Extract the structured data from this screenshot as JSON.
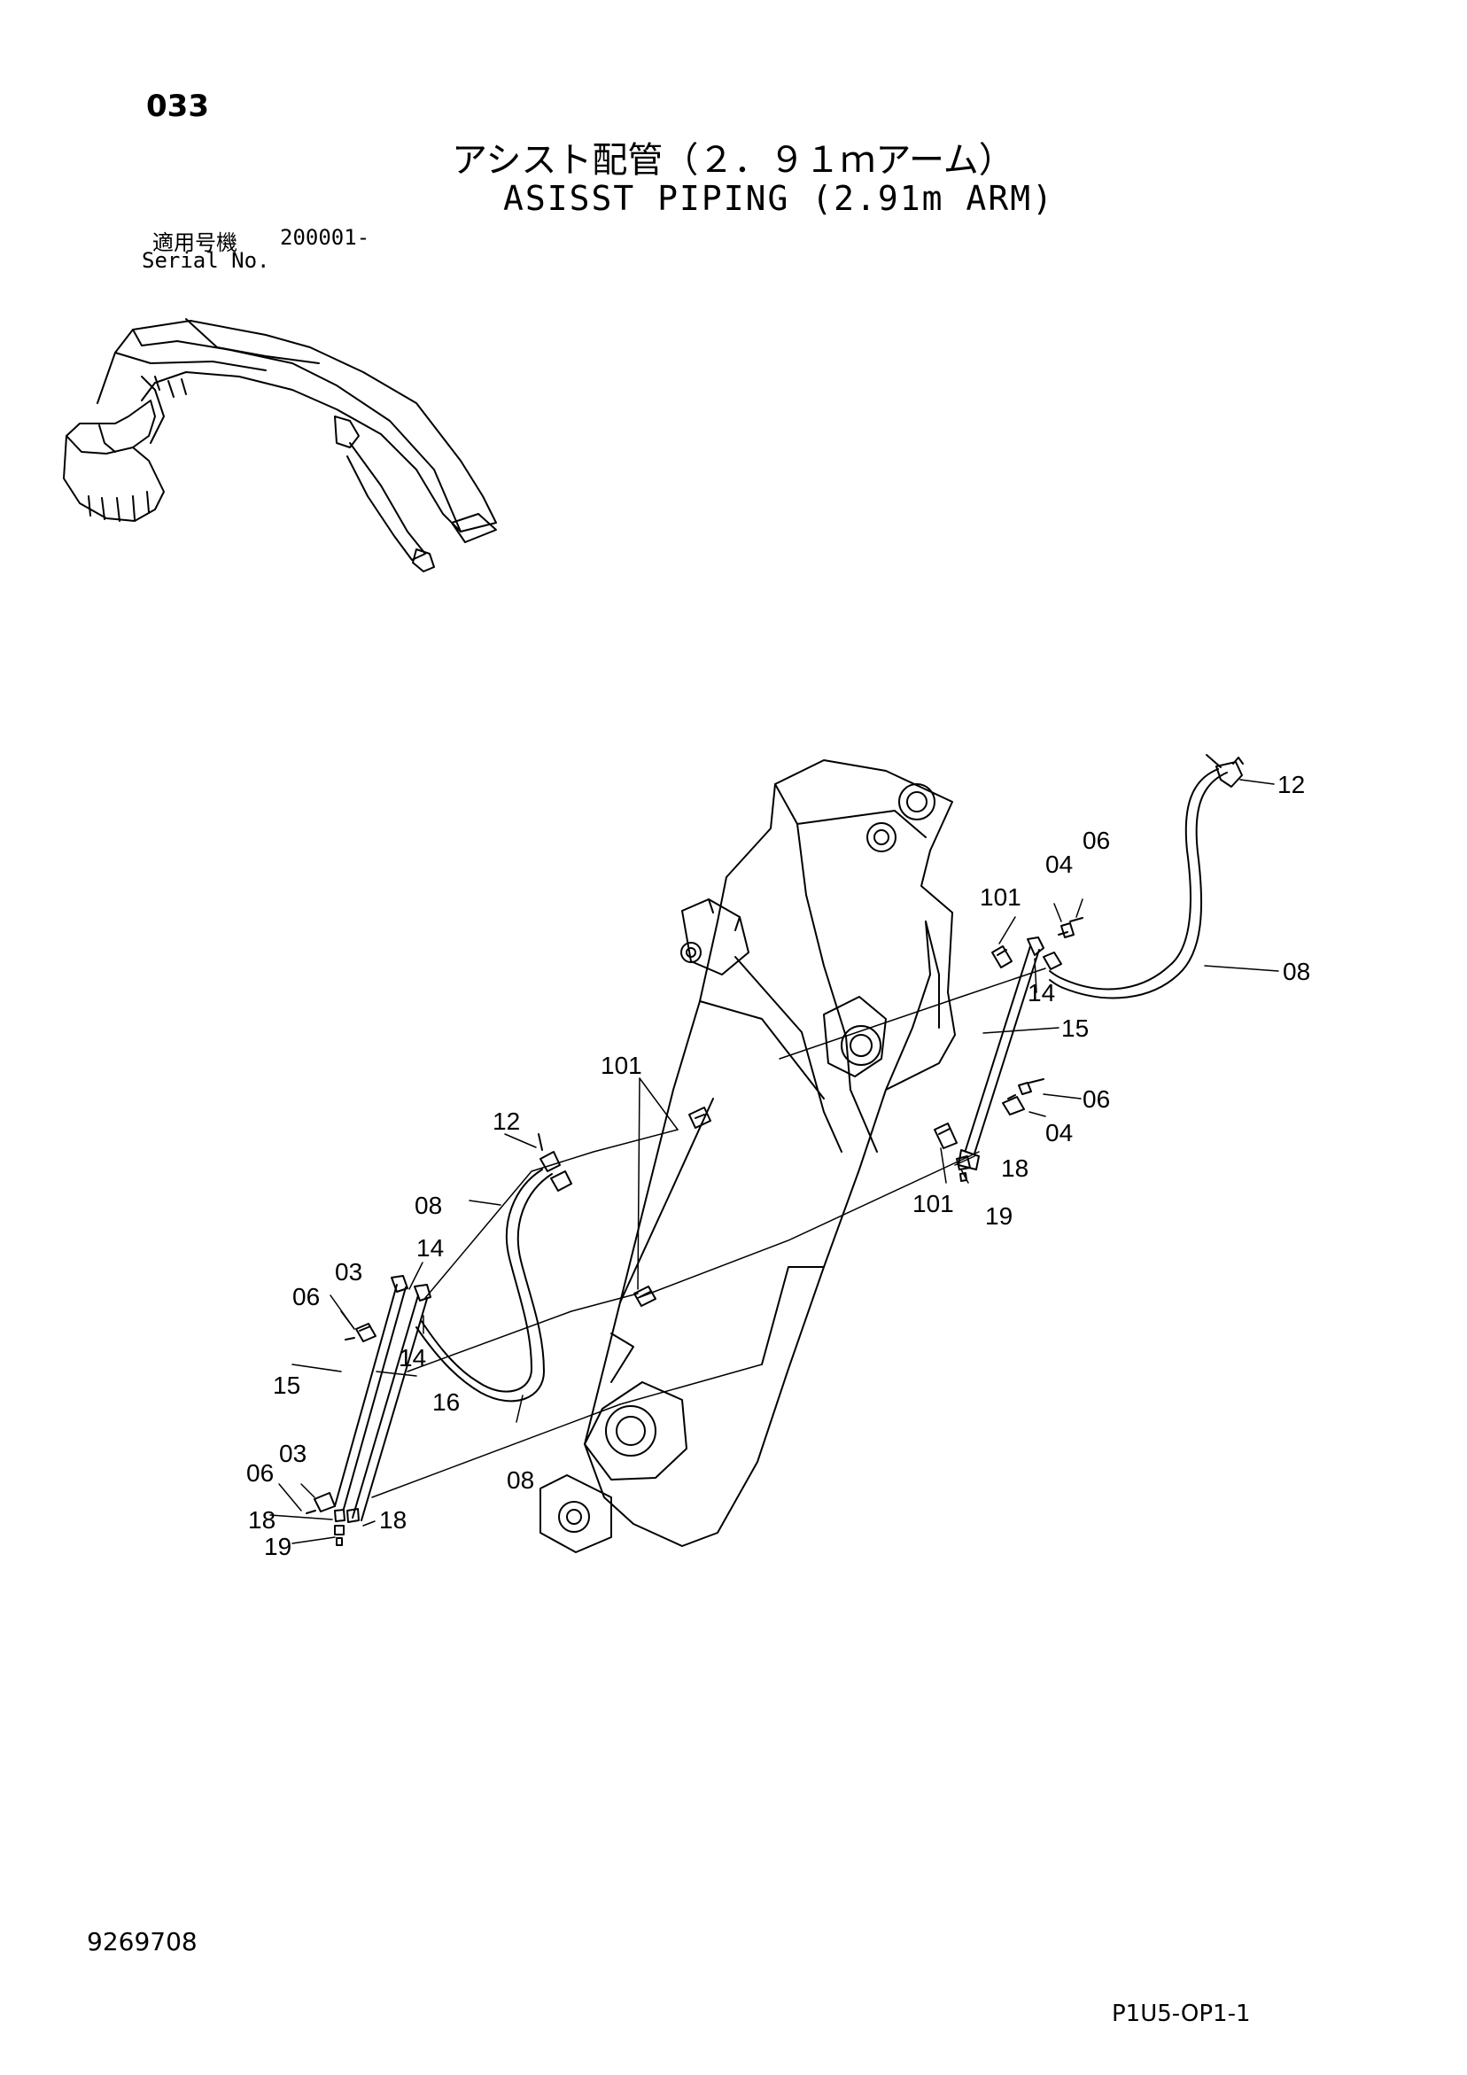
{
  "page_number": "033",
  "title_ja": "アシスト配管（２．９１ｍアーム）",
  "title_en": "ASISST PIPING (2.91m ARM)",
  "serial": {
    "label_ja": "適用号機",
    "number": "200001-",
    "label_en": "Serial No."
  },
  "callouts": [
    {
      "id": "c12a",
      "label": "12"
    },
    {
      "id": "c06a",
      "label": "06"
    },
    {
      "id": "c04a",
      "label": "04"
    },
    {
      "id": "c101a",
      "label": "101"
    },
    {
      "id": "c08a",
      "label": "08"
    },
    {
      "id": "c14a",
      "label": "14"
    },
    {
      "id": "c15a",
      "label": "15"
    },
    {
      "id": "c101b",
      "label": "101"
    },
    {
      "id": "c06b",
      "label": "06"
    },
    {
      "id": "c04b",
      "label": "04"
    },
    {
      "id": "c18a",
      "label": "18"
    },
    {
      "id": "c101c",
      "label": "101"
    },
    {
      "id": "c19a",
      "label": "19"
    },
    {
      "id": "c12b",
      "label": "12"
    },
    {
      "id": "c08b",
      "label": "08"
    },
    {
      "id": "c14b",
      "label": "14"
    },
    {
      "id": "c03a",
      "label": "03"
    },
    {
      "id": "c06c",
      "label": "06"
    },
    {
      "id": "c14c",
      "label": "14"
    },
    {
      "id": "c15b",
      "label": "15"
    },
    {
      "id": "c16a",
      "label": "16"
    },
    {
      "id": "c08c",
      "label": "08"
    },
    {
      "id": "c03b",
      "label": "03"
    },
    {
      "id": "c06d",
      "label": "06"
    },
    {
      "id": "c18b",
      "label": "18"
    },
    {
      "id": "c18c",
      "label": "18"
    },
    {
      "id": "c19b",
      "label": "19"
    }
  ],
  "doc_number": "9269708",
  "sheet_code": "P1U5-OP1-1"
}
